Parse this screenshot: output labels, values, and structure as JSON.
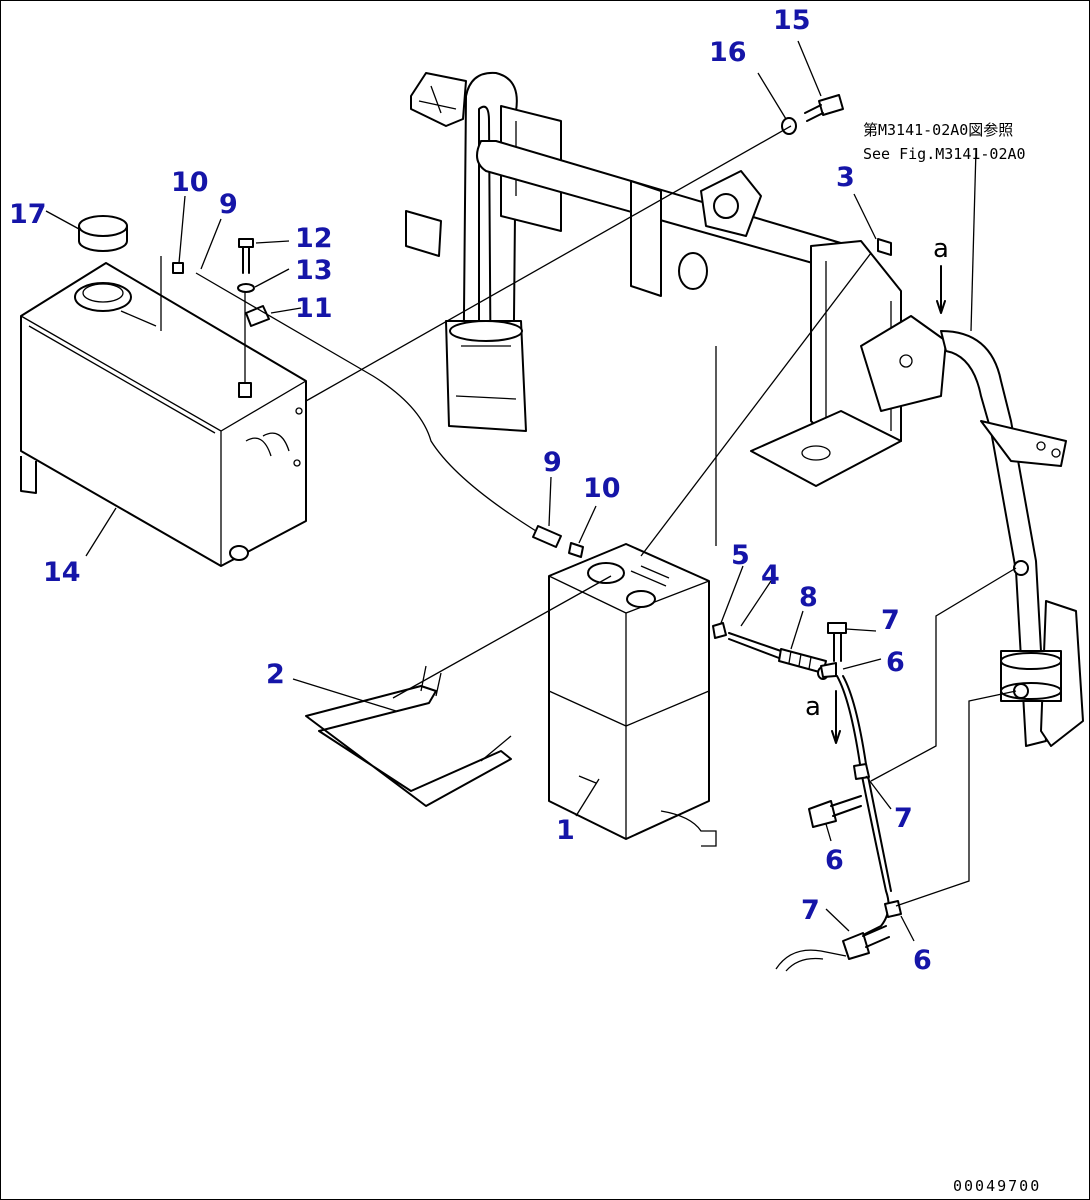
{
  "callouts": [
    {
      "id": "c15",
      "text": "15"
    },
    {
      "id": "c16",
      "text": "16"
    },
    {
      "id": "c3",
      "text": "3"
    },
    {
      "id": "c17",
      "text": "17"
    },
    {
      "id": "c10a",
      "text": "10"
    },
    {
      "id": "c9a",
      "text": "9"
    },
    {
      "id": "c12",
      "text": "12"
    },
    {
      "id": "c13",
      "text": "13"
    },
    {
      "id": "c11",
      "text": "11"
    },
    {
      "id": "c14",
      "text": "14"
    },
    {
      "id": "c9b",
      "text": "9"
    },
    {
      "id": "c10b",
      "text": "10"
    },
    {
      "id": "c5",
      "text": "5"
    },
    {
      "id": "c4",
      "text": "4"
    },
    {
      "id": "c8",
      "text": "8"
    },
    {
      "id": "c7a",
      "text": "7"
    },
    {
      "id": "c6a",
      "text": "6"
    },
    {
      "id": "c2",
      "text": "2"
    },
    {
      "id": "c1",
      "text": "1"
    },
    {
      "id": "c7b",
      "text": "7"
    },
    {
      "id": "c6b",
      "text": "6"
    },
    {
      "id": "c7c",
      "text": "7"
    },
    {
      "id": "c6c",
      "text": "6"
    }
  ],
  "reference_note": {
    "line1": "第M3141-02A0図参照",
    "line2": "See Fig.M3141-02A0"
  },
  "markers": {
    "a_top": "a",
    "a_bottom": "a"
  },
  "doc_id": "00049700",
  "colors": {
    "callout": "#1515a8",
    "line": "#000000"
  }
}
